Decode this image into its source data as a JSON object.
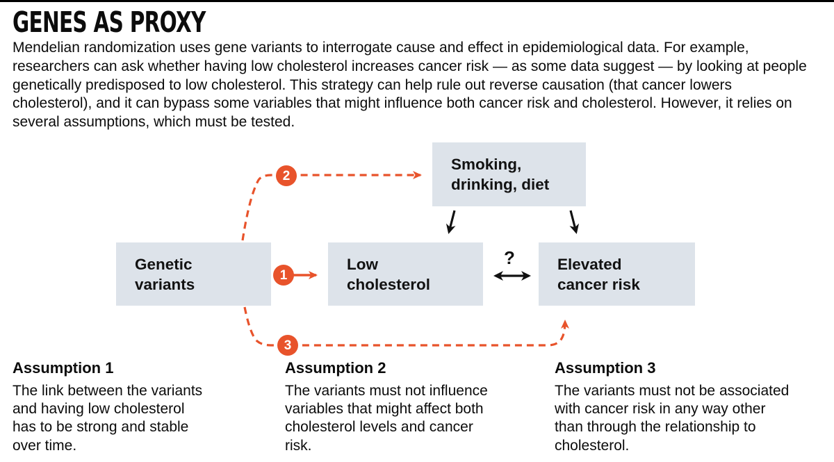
{
  "page": {
    "title": "GENES AS PROXY",
    "intro": "Mendelian randomization uses gene variants to interrogate cause and effect in epidemiological data. For example, researchers can ask whether having low cholesterol increases cancer risk — as some data suggest — by looking at people genetically predisposed to low cholesterol. This strategy can help rule out reverse causation (that cancer lowers cholesterol), and it can bypass some variables that might influence both cancer risk and cholesterol. However, it relies on several assumptions, which must be tested."
  },
  "diagram": {
    "boxes": {
      "genetic_variants": {
        "lines": [
          "Genetic",
          "variants"
        ]
      },
      "low_cholesterol": {
        "lines": [
          "Low",
          "cholesterol"
        ]
      },
      "elevated_cancer_risk": {
        "lines": [
          "Elevated",
          "cancer risk"
        ]
      },
      "confounders": {
        "lines": [
          "Smoking,",
          "drinking, diet"
        ]
      }
    },
    "markers": {
      "assumption1": "1",
      "assumption2": "2",
      "assumption3": "3",
      "uncertain_link": "?"
    },
    "colors": {
      "accent_orange": "#e8532b",
      "box_fill": "#dde3ea",
      "arrow_black": "#111111"
    }
  },
  "assumptions": [
    {
      "heading": "Assumption 1",
      "body": "The link between the variants and having low cholesterol has to be strong and stable over time."
    },
    {
      "heading": "Assumption 2",
      "body": "The variants must not influence variables that might affect both cholesterol levels and cancer risk."
    },
    {
      "heading": "Assumption 3",
      "body": "The variants must not be associated with cancer risk in any way other than through the relationship to cholesterol."
    }
  ]
}
